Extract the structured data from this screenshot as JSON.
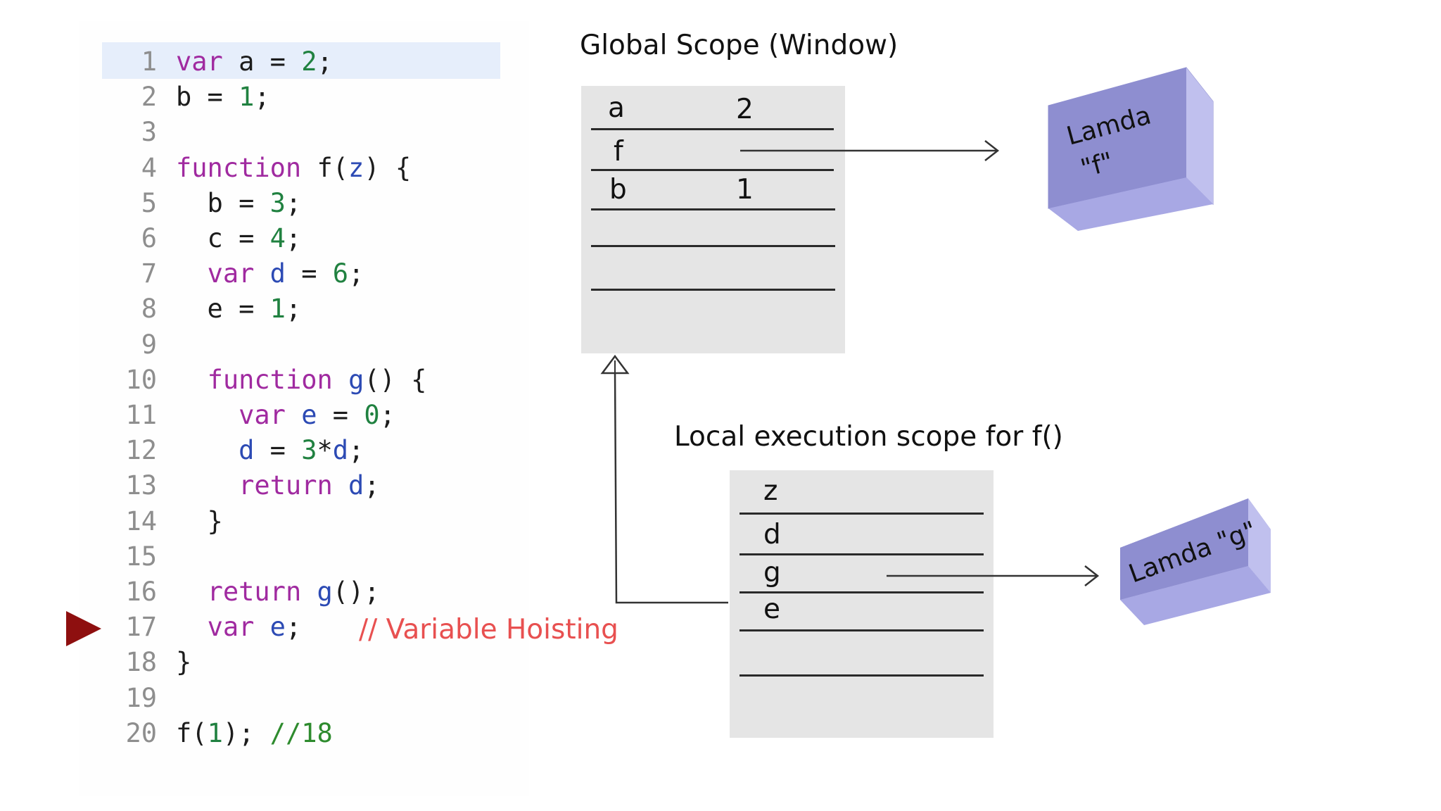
{
  "code": {
    "lines": [
      {
        "n": "1",
        "tokens": [
          {
            "t": "var",
            "c": "kw"
          },
          {
            "t": " a = ",
            "c": "plain"
          },
          {
            "t": "2",
            "c": "num"
          },
          {
            "t": ";",
            "c": "plain"
          }
        ]
      },
      {
        "n": "2",
        "tokens": [
          {
            "t": "b = ",
            "c": "plain"
          },
          {
            "t": "1",
            "c": "num"
          },
          {
            "t": ";",
            "c": "plain"
          }
        ]
      },
      {
        "n": "3",
        "tokens": []
      },
      {
        "n": "4",
        "tokens": [
          {
            "t": "function",
            "c": "kw"
          },
          {
            "t": " f(",
            "c": "plain"
          },
          {
            "t": "z",
            "c": "var"
          },
          {
            "t": ") {",
            "c": "plain"
          }
        ]
      },
      {
        "n": "5",
        "tokens": [
          {
            "t": "  b = ",
            "c": "plain"
          },
          {
            "t": "3",
            "c": "num"
          },
          {
            "t": ";",
            "c": "plain"
          }
        ]
      },
      {
        "n": "6",
        "tokens": [
          {
            "t": "  c = ",
            "c": "plain"
          },
          {
            "t": "4",
            "c": "num"
          },
          {
            "t": ";",
            "c": "plain"
          }
        ]
      },
      {
        "n": "7",
        "tokens": [
          {
            "t": "  ",
            "c": "plain"
          },
          {
            "t": "var",
            "c": "kw"
          },
          {
            "t": " ",
            "c": "plain"
          },
          {
            "t": "d",
            "c": "var"
          },
          {
            "t": " = ",
            "c": "plain"
          },
          {
            "t": "6",
            "c": "num"
          },
          {
            "t": ";",
            "c": "plain"
          }
        ]
      },
      {
        "n": "8",
        "tokens": [
          {
            "t": "  e = ",
            "c": "plain"
          },
          {
            "t": "1",
            "c": "num"
          },
          {
            "t": ";",
            "c": "plain"
          }
        ]
      },
      {
        "n": "9",
        "tokens": []
      },
      {
        "n": "10",
        "tokens": [
          {
            "t": "  ",
            "c": "plain"
          },
          {
            "t": "function",
            "c": "kw"
          },
          {
            "t": " ",
            "c": "plain"
          },
          {
            "t": "g",
            "c": "var"
          },
          {
            "t": "() {",
            "c": "plain"
          }
        ]
      },
      {
        "n": "11",
        "tokens": [
          {
            "t": "    ",
            "c": "plain"
          },
          {
            "t": "var",
            "c": "kw"
          },
          {
            "t": " ",
            "c": "plain"
          },
          {
            "t": "e",
            "c": "var"
          },
          {
            "t": " = ",
            "c": "plain"
          },
          {
            "t": "0",
            "c": "num"
          },
          {
            "t": ";",
            "c": "plain"
          }
        ]
      },
      {
        "n": "12",
        "tokens": [
          {
            "t": "    ",
            "c": "plain"
          },
          {
            "t": "d",
            "c": "var"
          },
          {
            "t": " = ",
            "c": "plain"
          },
          {
            "t": "3",
            "c": "num"
          },
          {
            "t": "*",
            "c": "plain"
          },
          {
            "t": "d",
            "c": "var"
          },
          {
            "t": ";",
            "c": "plain"
          }
        ]
      },
      {
        "n": "13",
        "tokens": [
          {
            "t": "    ",
            "c": "plain"
          },
          {
            "t": "return",
            "c": "kw"
          },
          {
            "t": " ",
            "c": "plain"
          },
          {
            "t": "d",
            "c": "var"
          },
          {
            "t": ";",
            "c": "plain"
          }
        ]
      },
      {
        "n": "14",
        "tokens": [
          {
            "t": "  }",
            "c": "plain"
          }
        ]
      },
      {
        "n": "15",
        "tokens": []
      },
      {
        "n": "16",
        "tokens": [
          {
            "t": "  ",
            "c": "plain"
          },
          {
            "t": "return",
            "c": "kw"
          },
          {
            "t": " ",
            "c": "plain"
          },
          {
            "t": "g",
            "c": "var"
          },
          {
            "t": "();",
            "c": "plain"
          }
        ]
      },
      {
        "n": "17",
        "tokens": [
          {
            "t": "  ",
            "c": "plain"
          },
          {
            "t": "var",
            "c": "kw"
          },
          {
            "t": " ",
            "c": "plain"
          },
          {
            "t": "e",
            "c": "var"
          },
          {
            "t": ";",
            "c": "plain"
          }
        ]
      },
      {
        "n": "18",
        "tokens": [
          {
            "t": "}",
            "c": "plain"
          }
        ]
      },
      {
        "n": "19",
        "tokens": []
      },
      {
        "n": "20",
        "tokens": [
          {
            "t": "f(",
            "c": "plain"
          },
          {
            "t": "1",
            "c": "num"
          },
          {
            "t": "); ",
            "c": "plain"
          },
          {
            "t": "//18",
            "c": "cmt"
          }
        ]
      }
    ],
    "highlighted_line": "1",
    "breakpoint_line": "17",
    "annotation": "// Variable Hoisting"
  },
  "global_scope": {
    "title": "Global Scope (Window)",
    "rows": [
      {
        "name": "a",
        "value": "2"
      },
      {
        "name": "f",
        "value": ""
      },
      {
        "name": "b",
        "value": "1"
      },
      {
        "name": "",
        "value": ""
      },
      {
        "name": "",
        "value": ""
      }
    ]
  },
  "local_scope": {
    "title": "Local execution scope for f()",
    "rows": [
      {
        "name": "z",
        "value": ""
      },
      {
        "name": "d",
        "value": ""
      },
      {
        "name": "g",
        "value": ""
      },
      {
        "name": "e",
        "value": ""
      },
      {
        "name": "",
        "value": ""
      }
    ]
  },
  "lambdas": {
    "f_line1": "Lamda",
    "f_line2": "\"f\"",
    "g": "Lamda \"g\""
  },
  "colors": {
    "keyword": "#a02aa0",
    "number": "#208140",
    "variable": "#2c4ab4",
    "comment": "#2e8b2e",
    "annotation": "#e85050",
    "breakpoint": "#8e0f0f",
    "scope_box": "#e5e5e5",
    "line_highlight": "#e6eefb",
    "cube_front": "#8e8ed0",
    "cube_side": "#b9b9ec",
    "cube_bottom": "#a8a8e4"
  }
}
